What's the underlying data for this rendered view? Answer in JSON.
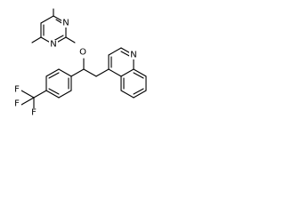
{
  "structure": {
    "atoms": {
      "pyrimidine_n_top": "N",
      "pyrimidine_n_bottom": "N",
      "ether_oxygen": "O",
      "quinoline_n": "N",
      "fluorine_top": "F",
      "fluorine_middle": "F",
      "fluorine_bottom": "F"
    }
  }
}
